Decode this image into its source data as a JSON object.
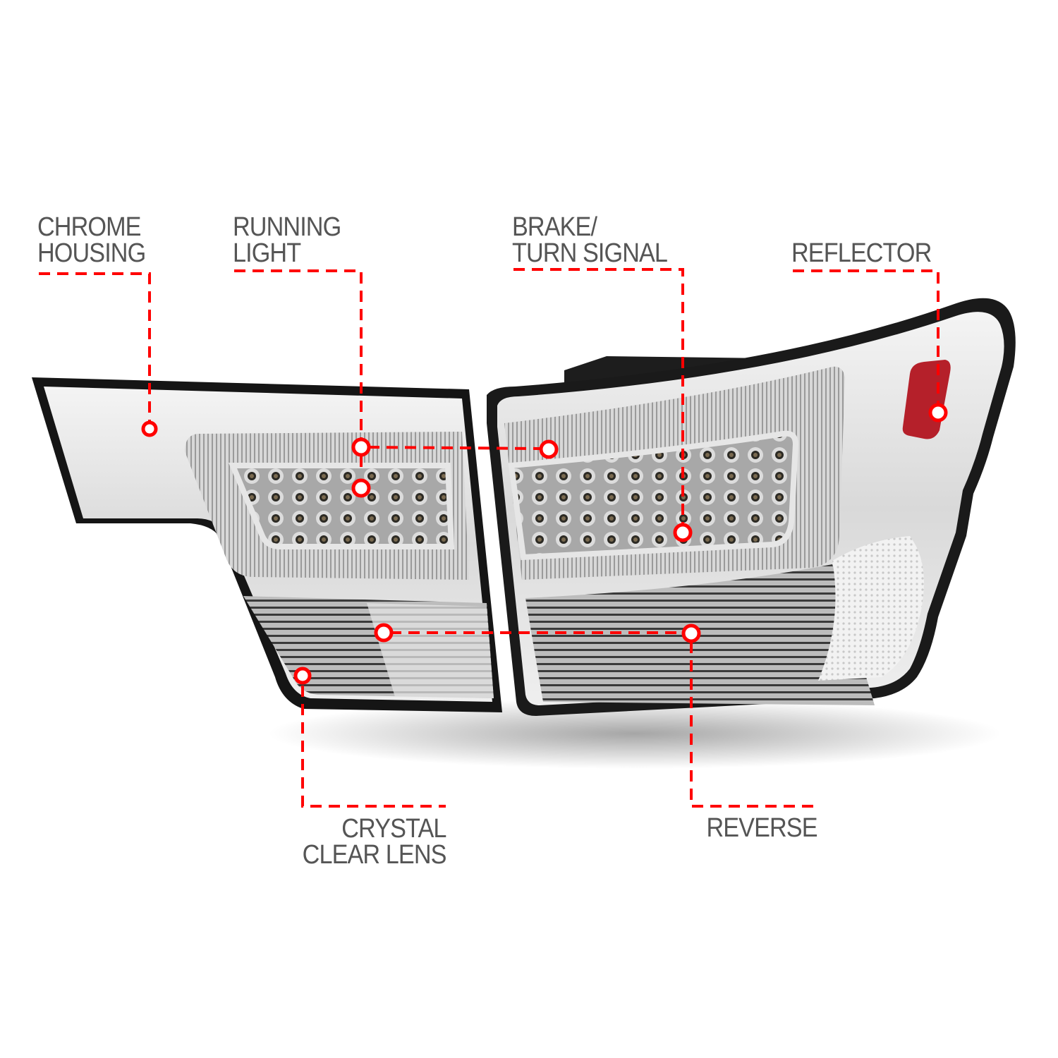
{
  "diagram": {
    "subject": "LED tail light assembly (pair of housing pieces)",
    "accent_color": "#ff0000",
    "label_color": "#555555",
    "callouts": [
      {
        "id": "chrome-housing",
        "lines": [
          "CHROME",
          "HOUSING"
        ]
      },
      {
        "id": "running-light",
        "lines": [
          "RUNNING",
          "LIGHT"
        ]
      },
      {
        "id": "brake-turn-signal",
        "lines": [
          "BRAKE/",
          "TURN SIGNAL"
        ]
      },
      {
        "id": "reflector",
        "lines": [
          "REFLECTOR"
        ]
      },
      {
        "id": "crystal-clear-lens",
        "lines": [
          "CRYSTAL",
          "CLEAR LENS"
        ]
      },
      {
        "id": "reverse",
        "lines": [
          "REVERSE"
        ]
      }
    ]
  }
}
